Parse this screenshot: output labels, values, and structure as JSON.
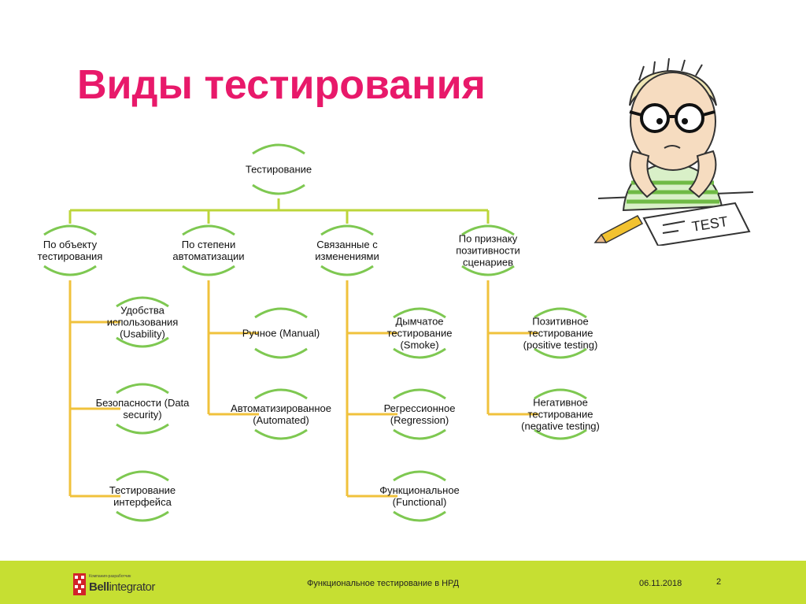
{
  "title": "Виды тестирования",
  "colors": {
    "title": "#e8196a",
    "arc": "#7ec851",
    "connector_top": "#bcd53a",
    "connector_branch": "#f0c23c",
    "footer": "#c6df32",
    "logo_red": "#d2232a"
  },
  "tree": {
    "root": "Тестирование",
    "categories": [
      {
        "label": "По объекту\nтестирования",
        "children": [
          "Удобства\nиспользования\n(Usability)",
          "Безопасности (Data\nsecurity)",
          "Тестирование\nинтерфейса"
        ]
      },
      {
        "label": "По степени\nавтоматизации",
        "children": [
          "Ручное (Manual)",
          "Автоматизированное\n(Automated)"
        ]
      },
      {
        "label": "Связанные с\nизменениями",
        "children": [
          "Дымчатое\nтестирование\n(Smoke)",
          "Регрессионное\n(Regression)",
          "Функциональное\n(Functional)"
        ]
      },
      {
        "label": "По признаку\nпозитивности\nсценариев",
        "children": [
          "Позитивное\nтестирование\n(positive testing)",
          "Негативное\nтестирование\n(negative testing)"
        ]
      }
    ]
  },
  "illustration": {
    "icon": "student-taking-test-icon",
    "paper_text": "TEST"
  },
  "footer": {
    "logo_tagline": "Компания-разработчик",
    "logo_word_bold": "Bell",
    "logo_word_rest": "integrator",
    "center_text": "Функциональное тестирование в НРД",
    "date": "06.11.2018",
    "page": "2"
  }
}
